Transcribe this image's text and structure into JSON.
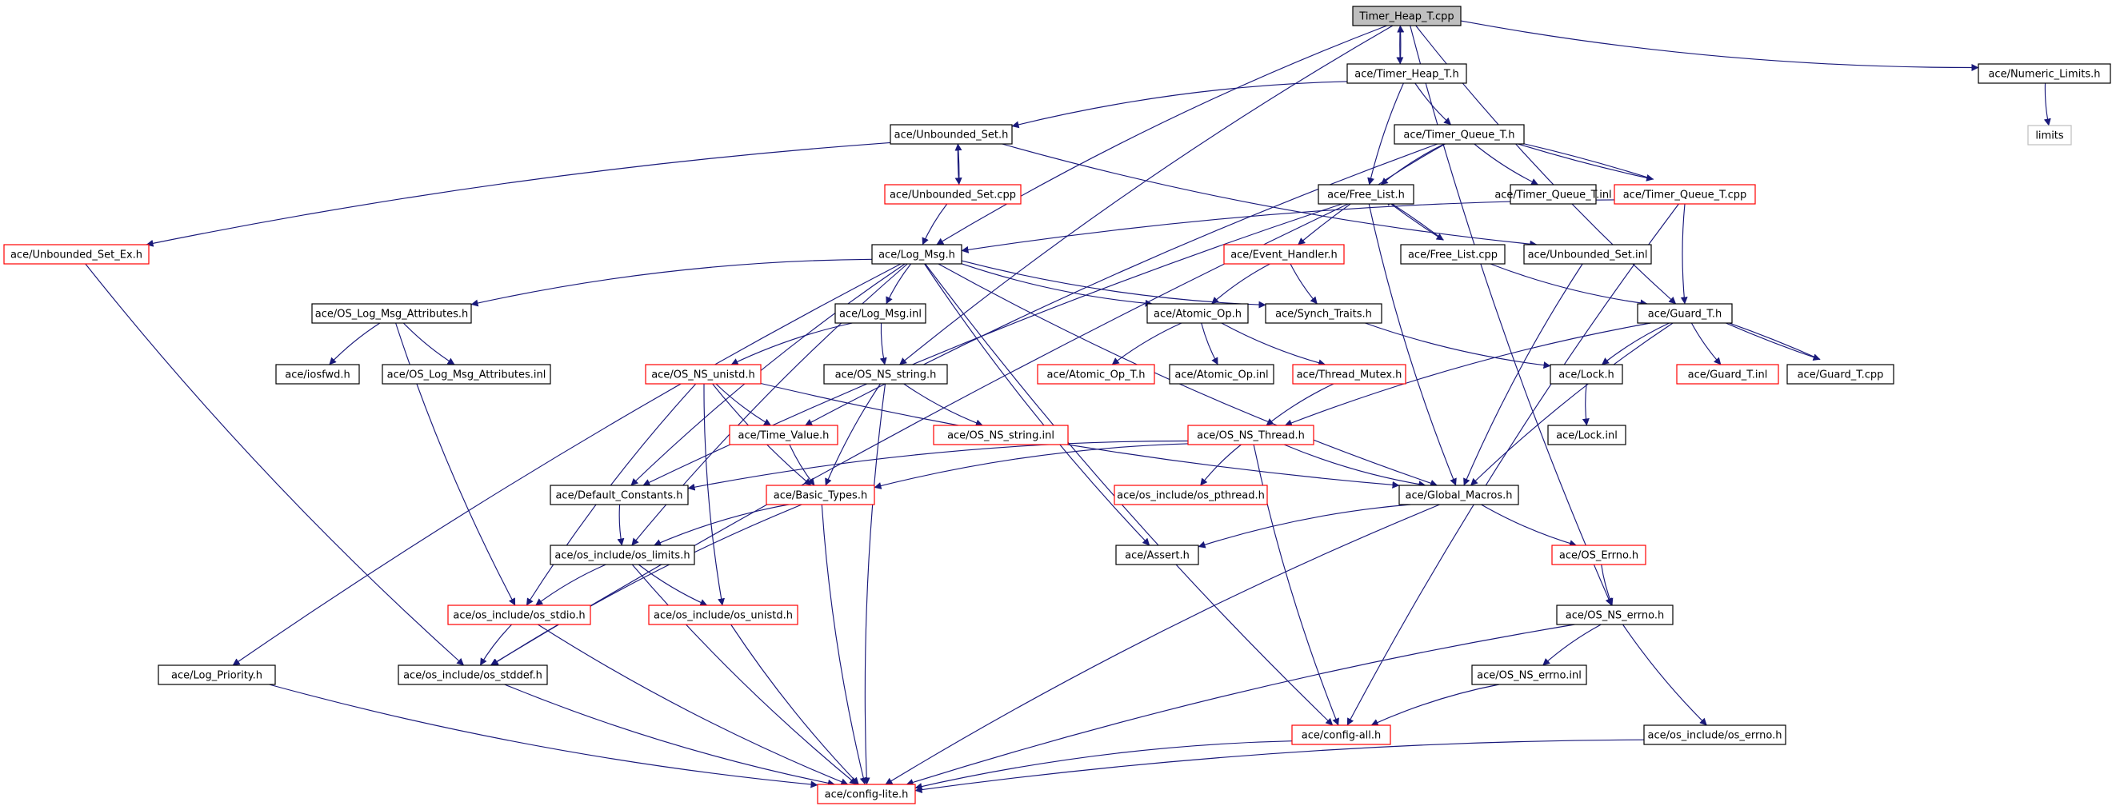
{
  "colors": {
    "edge": "#19197a",
    "root_fill": "#bfbfbf",
    "normal_border": "#000000",
    "truncated_border": "#ff0000",
    "external_border": "#bfbfbf",
    "background": "#ffffff"
  },
  "nodes": [
    {
      "id": "timer_heap_cpp",
      "label": "Timer_Heap_T.cpp",
      "kind": "root"
    },
    {
      "id": "timer_heap_h",
      "label": "ace/Timer_Heap_T.h",
      "kind": "normal"
    },
    {
      "id": "numeric_limits_h",
      "label": "ace/Numeric_Limits.h",
      "kind": "normal"
    },
    {
      "id": "limits",
      "label": "limits",
      "kind": "external"
    },
    {
      "id": "unbounded_set_h",
      "label": "ace/Unbounded_Set.h",
      "kind": "normal"
    },
    {
      "id": "timer_queue_h",
      "label": "ace/Timer_Queue_T.h",
      "kind": "normal"
    },
    {
      "id": "unbounded_set_cpp",
      "label": "ace/Unbounded_Set.cpp",
      "kind": "truncated"
    },
    {
      "id": "free_list_h",
      "label": "ace/Free_List.h",
      "kind": "normal"
    },
    {
      "id": "timer_queue_inl",
      "label": "ace/Timer_Queue_T.inl",
      "kind": "normal"
    },
    {
      "id": "timer_queue_cpp",
      "label": "ace/Timer_Queue_T.cpp",
      "kind": "truncated"
    },
    {
      "id": "unbounded_set_ex_h",
      "label": "ace/Unbounded_Set_Ex.h",
      "kind": "truncated"
    },
    {
      "id": "log_msg_h",
      "label": "ace/Log_Msg.h",
      "kind": "normal"
    },
    {
      "id": "event_handler_h",
      "label": "ace/Event_Handler.h",
      "kind": "truncated"
    },
    {
      "id": "free_list_cpp",
      "label": "ace/Free_List.cpp",
      "kind": "normal"
    },
    {
      "id": "unbounded_set_inl",
      "label": "ace/Unbounded_Set.inl",
      "kind": "normal"
    },
    {
      "id": "os_log_msg_attr_h",
      "label": "ace/OS_Log_Msg_Attributes.h",
      "kind": "normal"
    },
    {
      "id": "log_msg_inl",
      "label": "ace/Log_Msg.inl",
      "kind": "normal"
    },
    {
      "id": "atomic_op_h",
      "label": "ace/Atomic_Op.h",
      "kind": "normal"
    },
    {
      "id": "synch_traits_h",
      "label": "ace/Synch_Traits.h",
      "kind": "normal"
    },
    {
      "id": "guard_h",
      "label": "ace/Guard_T.h",
      "kind": "normal"
    },
    {
      "id": "iosfwd_h",
      "label": "ace/iosfwd.h",
      "kind": "normal"
    },
    {
      "id": "os_log_msg_attr_inl",
      "label": "ace/OS_Log_Msg_Attributes.inl",
      "kind": "normal"
    },
    {
      "id": "os_ns_unistd_h",
      "label": "ace/OS_NS_unistd.h",
      "kind": "truncated"
    },
    {
      "id": "os_ns_string_h",
      "label": "ace/OS_NS_string.h",
      "kind": "normal"
    },
    {
      "id": "atomic_op_t_h",
      "label": "ace/Atomic_Op_T.h",
      "kind": "truncated"
    },
    {
      "id": "atomic_op_inl",
      "label": "ace/Atomic_Op.inl",
      "kind": "normal"
    },
    {
      "id": "thread_mutex_h",
      "label": "ace/Thread_Mutex.h",
      "kind": "truncated"
    },
    {
      "id": "lock_h",
      "label": "ace/Lock.h",
      "kind": "normal"
    },
    {
      "id": "guard_inl",
      "label": "ace/Guard_T.inl",
      "kind": "truncated"
    },
    {
      "id": "guard_cpp",
      "label": "ace/Guard_T.cpp",
      "kind": "normal"
    },
    {
      "id": "time_value_h",
      "label": "ace/Time_Value.h",
      "kind": "truncated"
    },
    {
      "id": "os_ns_string_inl",
      "label": "ace/OS_NS_string.inl",
      "kind": "truncated"
    },
    {
      "id": "os_ns_thread_h",
      "label": "ace/OS_NS_Thread.h",
      "kind": "truncated"
    },
    {
      "id": "lock_inl",
      "label": "ace/Lock.inl",
      "kind": "normal"
    },
    {
      "id": "default_constants_h",
      "label": "ace/Default_Constants.h",
      "kind": "normal"
    },
    {
      "id": "basic_types_h",
      "label": "ace/Basic_Types.h",
      "kind": "truncated"
    },
    {
      "id": "os_pthread_h",
      "label": "ace/os_include/os_pthread.h",
      "kind": "truncated"
    },
    {
      "id": "global_macros_h",
      "label": "ace/Global_Macros.h",
      "kind": "normal"
    },
    {
      "id": "os_limits_h",
      "label": "ace/os_include/os_limits.h",
      "kind": "normal"
    },
    {
      "id": "assert_h",
      "label": "ace/Assert.h",
      "kind": "normal"
    },
    {
      "id": "os_errno_h",
      "label": "ace/OS_Errno.h",
      "kind": "truncated"
    },
    {
      "id": "os_stdio_h",
      "label": "ace/os_include/os_stdio.h",
      "kind": "truncated"
    },
    {
      "id": "os_unistd_h",
      "label": "ace/os_include/os_unistd.h",
      "kind": "truncated"
    },
    {
      "id": "os_ns_errno_h",
      "label": "ace/OS_NS_errno.h",
      "kind": "normal"
    },
    {
      "id": "log_priority_h",
      "label": "ace/Log_Priority.h",
      "kind": "normal"
    },
    {
      "id": "os_stddef_h",
      "label": "ace/os_include/os_stddef.h",
      "kind": "normal"
    },
    {
      "id": "os_ns_errno_inl",
      "label": "ace/OS_NS_errno.inl",
      "kind": "normal"
    },
    {
      "id": "config_all_h",
      "label": "ace/config-all.h",
      "kind": "truncated"
    },
    {
      "id": "os_errno_include_h",
      "label": "ace/os_include/os_errno.h",
      "kind": "normal"
    },
    {
      "id": "config_lite_h",
      "label": "ace/config-lite.h",
      "kind": "truncated"
    }
  ],
  "edges": [
    [
      "timer_heap_cpp",
      "timer_heap_h"
    ],
    [
      "timer_heap_h",
      "timer_heap_cpp"
    ],
    [
      "timer_heap_cpp",
      "numeric_limits_h"
    ],
    [
      "numeric_limits_h",
      "limits"
    ],
    [
      "timer_heap_cpp",
      "log_msg_h"
    ],
    [
      "timer_heap_cpp",
      "os_ns_string_h"
    ],
    [
      "timer_heap_cpp",
      "guard_h"
    ],
    [
      "timer_heap_cpp",
      "os_ns_errno_h"
    ],
    [
      "timer_heap_h",
      "unbounded_set_h"
    ],
    [
      "timer_heap_h",
      "timer_queue_h"
    ],
    [
      "timer_heap_h",
      "free_list_h"
    ],
    [
      "unbounded_set_h",
      "unbounded_set_cpp"
    ],
    [
      "unbounded_set_cpp",
      "unbounded_set_h"
    ],
    [
      "unbounded_set_h",
      "unbounded_set_ex_h"
    ],
    [
      "unbounded_set_h",
      "unbounded_set_inl"
    ],
    [
      "unbounded_set_cpp",
      "log_msg_h"
    ],
    [
      "timer_queue_h",
      "free_list_h"
    ],
    [
      "timer_queue_h",
      "timer_queue_inl"
    ],
    [
      "timer_queue_h",
      "timer_queue_cpp"
    ],
    [
      "timer_queue_cpp",
      "timer_queue_h"
    ],
    [
      "timer_queue_h",
      "event_handler_h"
    ],
    [
      "timer_queue_h",
      "time_value_h"
    ],
    [
      "timer_queue_cpp",
      "log_msg_h"
    ],
    [
      "timer_queue_cpp",
      "guard_h"
    ],
    [
      "timer_queue_cpp",
      "config_all_h"
    ],
    [
      "free_list_h",
      "free_list_cpp"
    ],
    [
      "free_list_cpp",
      "free_list_h"
    ],
    [
      "free_list_h",
      "default_constants_h"
    ],
    [
      "free_list_h",
      "global_macros_h"
    ],
    [
      "free_list_h",
      "os_stddef_h"
    ],
    [
      "free_list_cpp",
      "guard_h"
    ],
    [
      "unbounded_set_inl",
      "global_macros_h"
    ],
    [
      "unbounded_set_ex_h",
      "os_stddef_h"
    ],
    [
      "event_handler_h",
      "atomic_op_h"
    ],
    [
      "event_handler_h",
      "synch_traits_h"
    ],
    [
      "log_msg_h",
      "os_log_msg_attr_h"
    ],
    [
      "log_msg_h",
      "log_msg_inl"
    ],
    [
      "log_msg_h",
      "atomic_op_h"
    ],
    [
      "log_msg_h",
      "synch_traits_h"
    ],
    [
      "log_msg_h",
      "default_constants_h"
    ],
    [
      "log_msg_h",
      "log_priority_h"
    ],
    [
      "log_msg_h",
      "os_limits_h"
    ],
    [
      "log_msg_h",
      "assert_h"
    ],
    [
      "log_msg_h",
      "global_macros_h"
    ],
    [
      "log_msg_h",
      "config_all_h"
    ],
    [
      "os_log_msg_attr_h",
      "iosfwd_h"
    ],
    [
      "os_log_msg_attr_h",
      "os_log_msg_attr_inl"
    ],
    [
      "os_log_msg_attr_h",
      "os_stdio_h"
    ],
    [
      "log_msg_inl",
      "os_ns_unistd_h"
    ],
    [
      "log_msg_inl",
      "os_ns_string_h"
    ],
    [
      "os_ns_unistd_h",
      "time_value_h"
    ],
    [
      "os_ns_unistd_h",
      "basic_types_h"
    ],
    [
      "os_ns_unistd_h",
      "os_stdio_h"
    ],
    [
      "os_ns_unistd_h",
      "os_unistd_h"
    ],
    [
      "os_ns_unistd_h",
      "global_macros_h"
    ],
    [
      "os_ns_string_h",
      "os_ns_string_inl"
    ],
    [
      "os_ns_string_h",
      "basic_types_h"
    ],
    [
      "os_ns_string_h",
      "config_lite_h"
    ],
    [
      "atomic_op_h",
      "atomic_op_t_h"
    ],
    [
      "atomic_op_h",
      "atomic_op_inl"
    ],
    [
      "atomic_op_h",
      "thread_mutex_h"
    ],
    [
      "thread_mutex_h",
      "os_ns_thread_h"
    ],
    [
      "synch_traits_h",
      "lock_h"
    ],
    [
      "guard_h",
      "lock_h"
    ],
    [
      "guard_h",
      "guard_inl"
    ],
    [
      "guard_h",
      "guard_cpp"
    ],
    [
      "guard_cpp",
      "guard_h"
    ],
    [
      "guard_h",
      "os_ns_thread_h"
    ],
    [
      "guard_h",
      "global_macros_h"
    ],
    [
      "lock_h",
      "lock_inl"
    ],
    [
      "time_value_h",
      "basic_types_h"
    ],
    [
      "os_ns_thread_h",
      "default_constants_h"
    ],
    [
      "os_ns_thread_h",
      "basic_types_h"
    ],
    [
      "os_ns_thread_h",
      "os_pthread_h"
    ],
    [
      "os_ns_thread_h",
      "global_macros_h"
    ],
    [
      "os_ns_thread_h",
      "config_all_h"
    ],
    [
      "default_constants_h",
      "os_limits_h"
    ],
    [
      "basic_types_h",
      "os_limits_h"
    ],
    [
      "basic_types_h",
      "os_stddef_h"
    ],
    [
      "basic_types_h",
      "config_lite_h"
    ],
    [
      "global_macros_h",
      "assert_h"
    ],
    [
      "global_macros_h",
      "os_errno_h"
    ],
    [
      "global_macros_h",
      "config_lite_h"
    ],
    [
      "os_errno_h",
      "os_ns_errno_h"
    ],
    [
      "os_limits_h",
      "os_stdio_h"
    ],
    [
      "os_limits_h",
      "os_unistd_h"
    ],
    [
      "os_limits_h",
      "config_lite_h"
    ],
    [
      "os_stdio_h",
      "os_stddef_h"
    ],
    [
      "os_stdio_h",
      "config_lite_h"
    ],
    [
      "os_unistd_h",
      "config_lite_h"
    ],
    [
      "os_ns_errno_h",
      "os_ns_errno_inl"
    ],
    [
      "os_ns_errno_h",
      "os_errno_include_h"
    ],
    [
      "os_ns_errno_h",
      "config_lite_h"
    ],
    [
      "os_ns_errno_inl",
      "config_all_h"
    ],
    [
      "config_all_h",
      "config_lite_h"
    ],
    [
      "log_priority_h",
      "config_lite_h"
    ],
    [
      "os_stddef_h",
      "config_lite_h"
    ],
    [
      "os_errno_include_h",
      "config_lite_h"
    ]
  ]
}
